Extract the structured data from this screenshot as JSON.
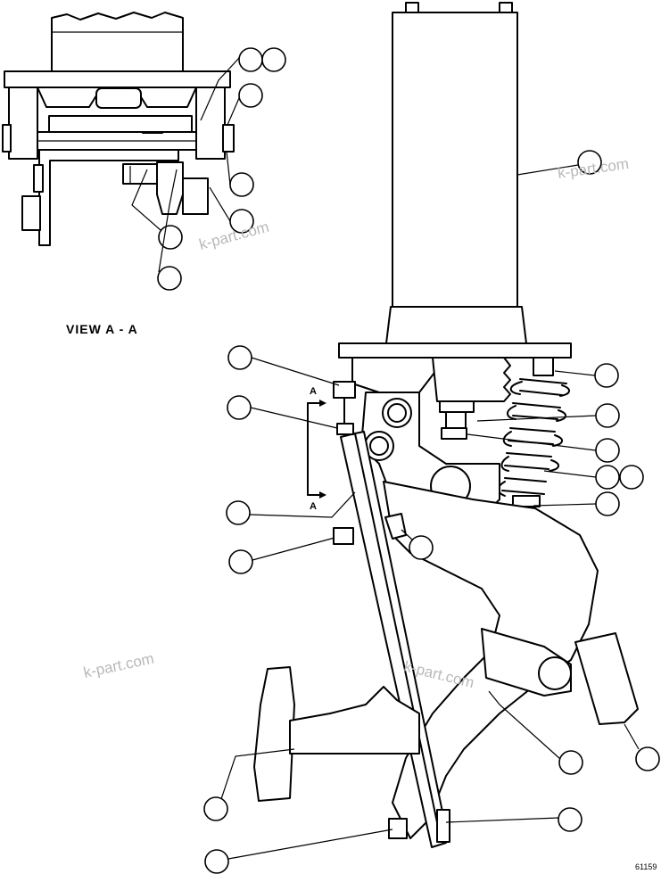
{
  "view_label": "VIEW A - A",
  "section_marker_top": "A",
  "section_marker_bottom": "A",
  "watermark_text": "k-part.com",
  "figure_number": "61159"
}
